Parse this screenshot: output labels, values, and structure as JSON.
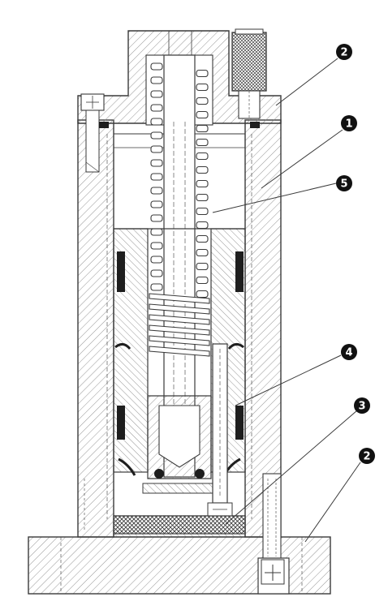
{
  "callouts": [
    {
      "id": "c2a",
      "label": "2"
    },
    {
      "id": "c1",
      "label": "1"
    },
    {
      "id": "c5",
      "label": "5"
    },
    {
      "id": "c4",
      "label": "4"
    },
    {
      "id": "c3",
      "label": "3"
    },
    {
      "id": "c2b",
      "label": "2"
    }
  ],
  "colors": {
    "line": "#3a3a3a",
    "hatch": "#8a8a8a",
    "seal": "#1e1e1e",
    "badge": "#111111",
    "paper": "#ffffff"
  }
}
